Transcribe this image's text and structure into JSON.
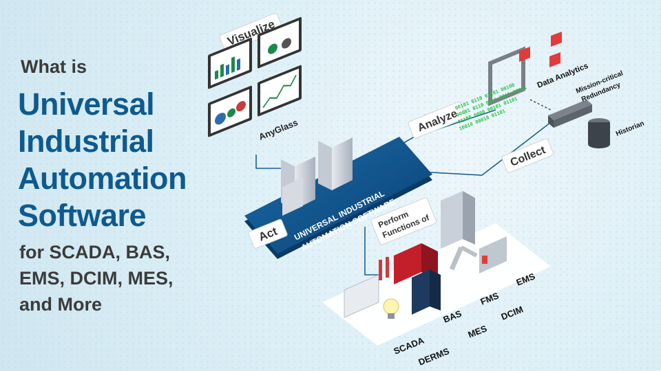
{
  "headline": {
    "what_is": "What is",
    "line1": "Universal",
    "line2": "Industrial",
    "line3": "Automation",
    "line4": "Software",
    "sub1": "for SCADA, BAS,",
    "sub2": "EMS, DCIM, MES,",
    "sub3": "and More"
  },
  "diagram": {
    "visualize": "Visualize",
    "anyglass": "AnyGlass",
    "analyze": "Analyze",
    "collect": "Collect",
    "act": "Act",
    "platform_line1": "UNIVERSAL INDUSTRIAL",
    "platform_line2": "AUTOMATION SOFTWARE",
    "perform_line1": "Perform",
    "perform_line2": "Functions of",
    "data_analytics": "Data Analytics",
    "mission_line1": "Mission-critical",
    "mission_line2": "Redundancy",
    "historian": "Historian",
    "binary1": "00101 0110 01101 00100",
    "binary2": "00001 0110 0011 0011 00101",
    "binary3": "01100 0000 00101 01101",
    "binary4": "10010 00010 01101",
    "systems": [
      "SCADA",
      "BAS",
      "FMS",
      "EMS",
      "DERMS",
      "MES",
      "DCIM"
    ]
  },
  "colors": {
    "brand_blue": "#0e5a8f",
    "platform_blue": "#0d4f86",
    "text_dark": "#3b3b3b",
    "binary_green": "#2bbf4a",
    "alert_red": "#e23b3b"
  }
}
